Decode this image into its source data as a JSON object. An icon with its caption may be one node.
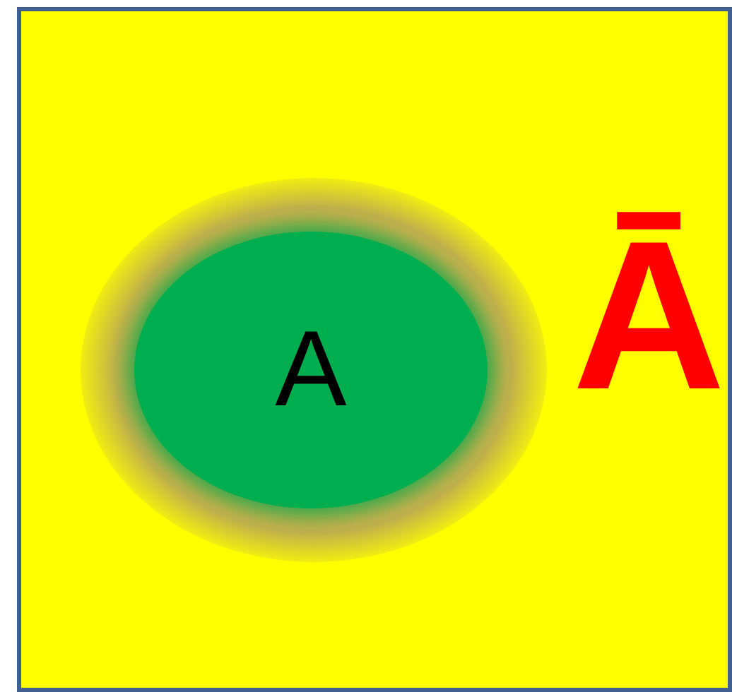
{
  "diagram": {
    "nodes": [
      {
        "text": [],
        "shape": "box"
      },
      {
        "text": [
          "A"
        ],
        "in": 0
      }
    ],
    "labels": [
      "Ā"
    ]
  }
}
